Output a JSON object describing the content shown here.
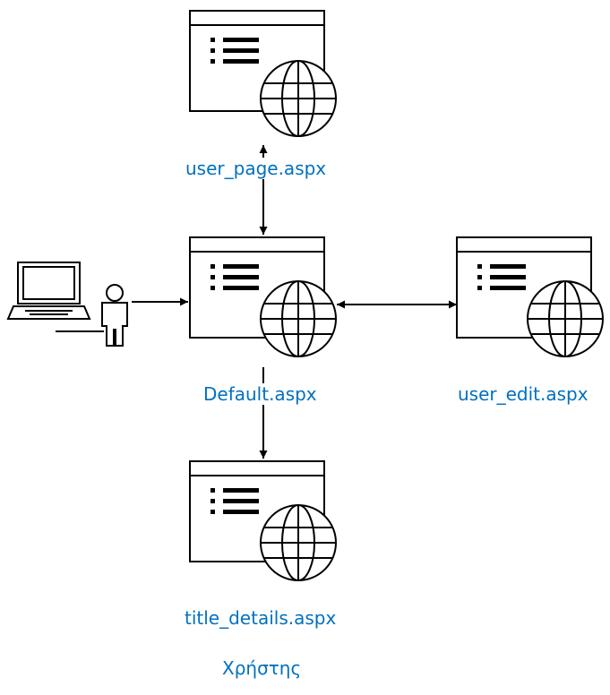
{
  "pages": [
    {
      "id": "user_page",
      "label": "user_page.aspx"
    },
    {
      "id": "default",
      "label": "Default.aspx"
    },
    {
      "id": "user_edit",
      "label": "user_edit.aspx"
    },
    {
      "id": "title_details",
      "label": "title_details.aspx"
    }
  ],
  "user_label": "Χρήστης",
  "colors": {
    "label": "#0070c0",
    "stroke": "#000000"
  },
  "icons": {
    "page": "web-page-icon",
    "globe": "globe-icon",
    "user": "user-icon",
    "laptop": "laptop-icon"
  }
}
